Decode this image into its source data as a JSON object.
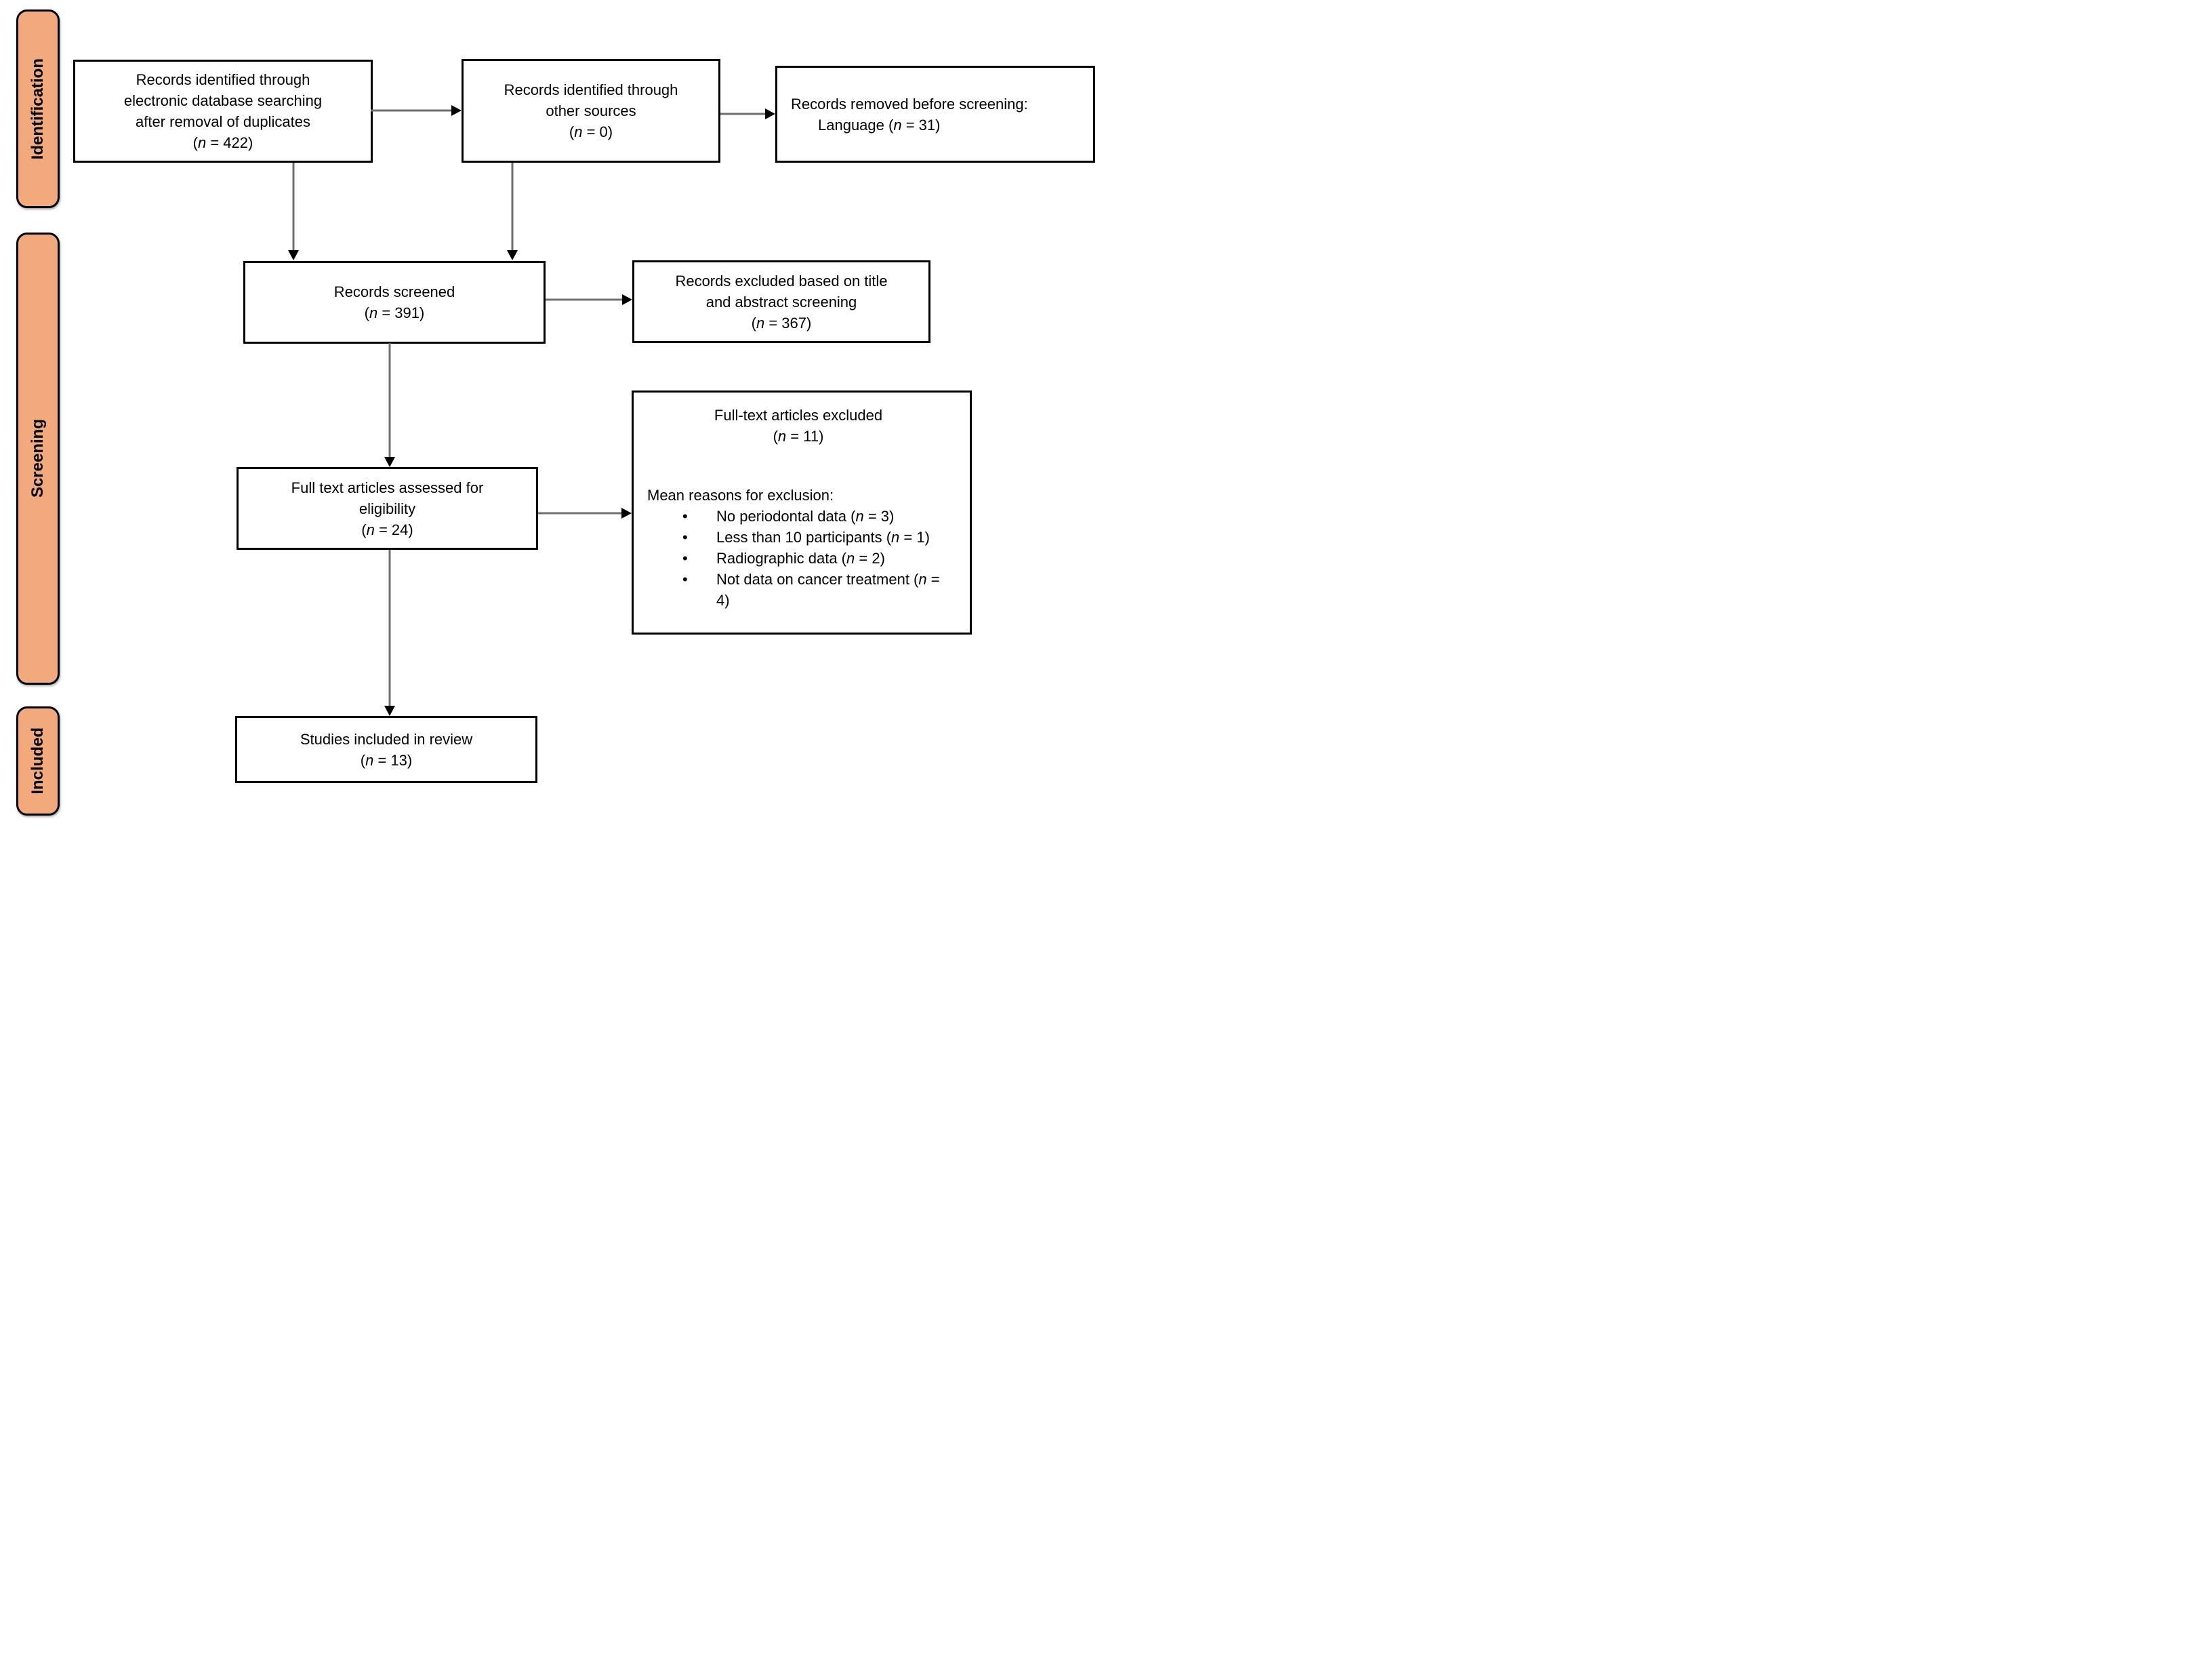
{
  "colors": {
    "accent": "#F2A97C",
    "line": "#6F6F6F",
    "head": "#000000",
    "border": "#000000"
  },
  "sidebar": {
    "identification": "Identification",
    "screening": "Screening",
    "included": "Included"
  },
  "boxes": {
    "identified": {
      "lines": [
        "Records identified through",
        "electronic database searching",
        "after removal of duplicates"
      ],
      "n_open": "(",
      "n_var": "n",
      "n_rest": " = 422)"
    },
    "other_sources": {
      "lines": [
        "Records identified through",
        "other sources"
      ],
      "n_open": "(",
      "n_var": "n",
      "n_rest": " = 0)"
    },
    "removed": {
      "line1": "Records removed before screening:",
      "pre": "Language (",
      "var": "n",
      "post": " = 31)"
    },
    "screened": {
      "lines": [
        "Records screened"
      ],
      "n_open": "(",
      "n_var": "n",
      "n_rest": " = 391)"
    },
    "excluded": {
      "lines": [
        "Records excluded based on title",
        "and abstract screening"
      ],
      "n_open": "(",
      "n_var": "n",
      "n_rest": " = 367)"
    },
    "assessed": {
      "lines": [
        "Full text articles assessed for",
        "eligibility"
      ],
      "n_open": "(",
      "n_var": "n",
      "n_rest": " = 24)"
    },
    "fulltext_excluded": {
      "title": "Full-text articles excluded",
      "n_open": "(",
      "n_var": "n",
      "n_rest": " = 11)",
      "reasons_heading": "Mean reasons for exclusion:",
      "bullet": "•",
      "reasons": [
        {
          "pre": "No periodontal data (",
          "var": "n",
          "post": " = 3)"
        },
        {
          "pre": "Less than 10 participants (",
          "var": "n",
          "post": " = 1)"
        },
        {
          "pre": "Radiographic data (",
          "var": "n",
          "post": " = 2)"
        },
        {
          "pre": "Not data on cancer treatment (",
          "var": "n",
          "post": " = 4)"
        }
      ]
    },
    "included_review": {
      "lines": [
        "Studies included in review"
      ],
      "n_open": "(",
      "n_var": "n",
      "n_rest": " = 13)"
    }
  }
}
